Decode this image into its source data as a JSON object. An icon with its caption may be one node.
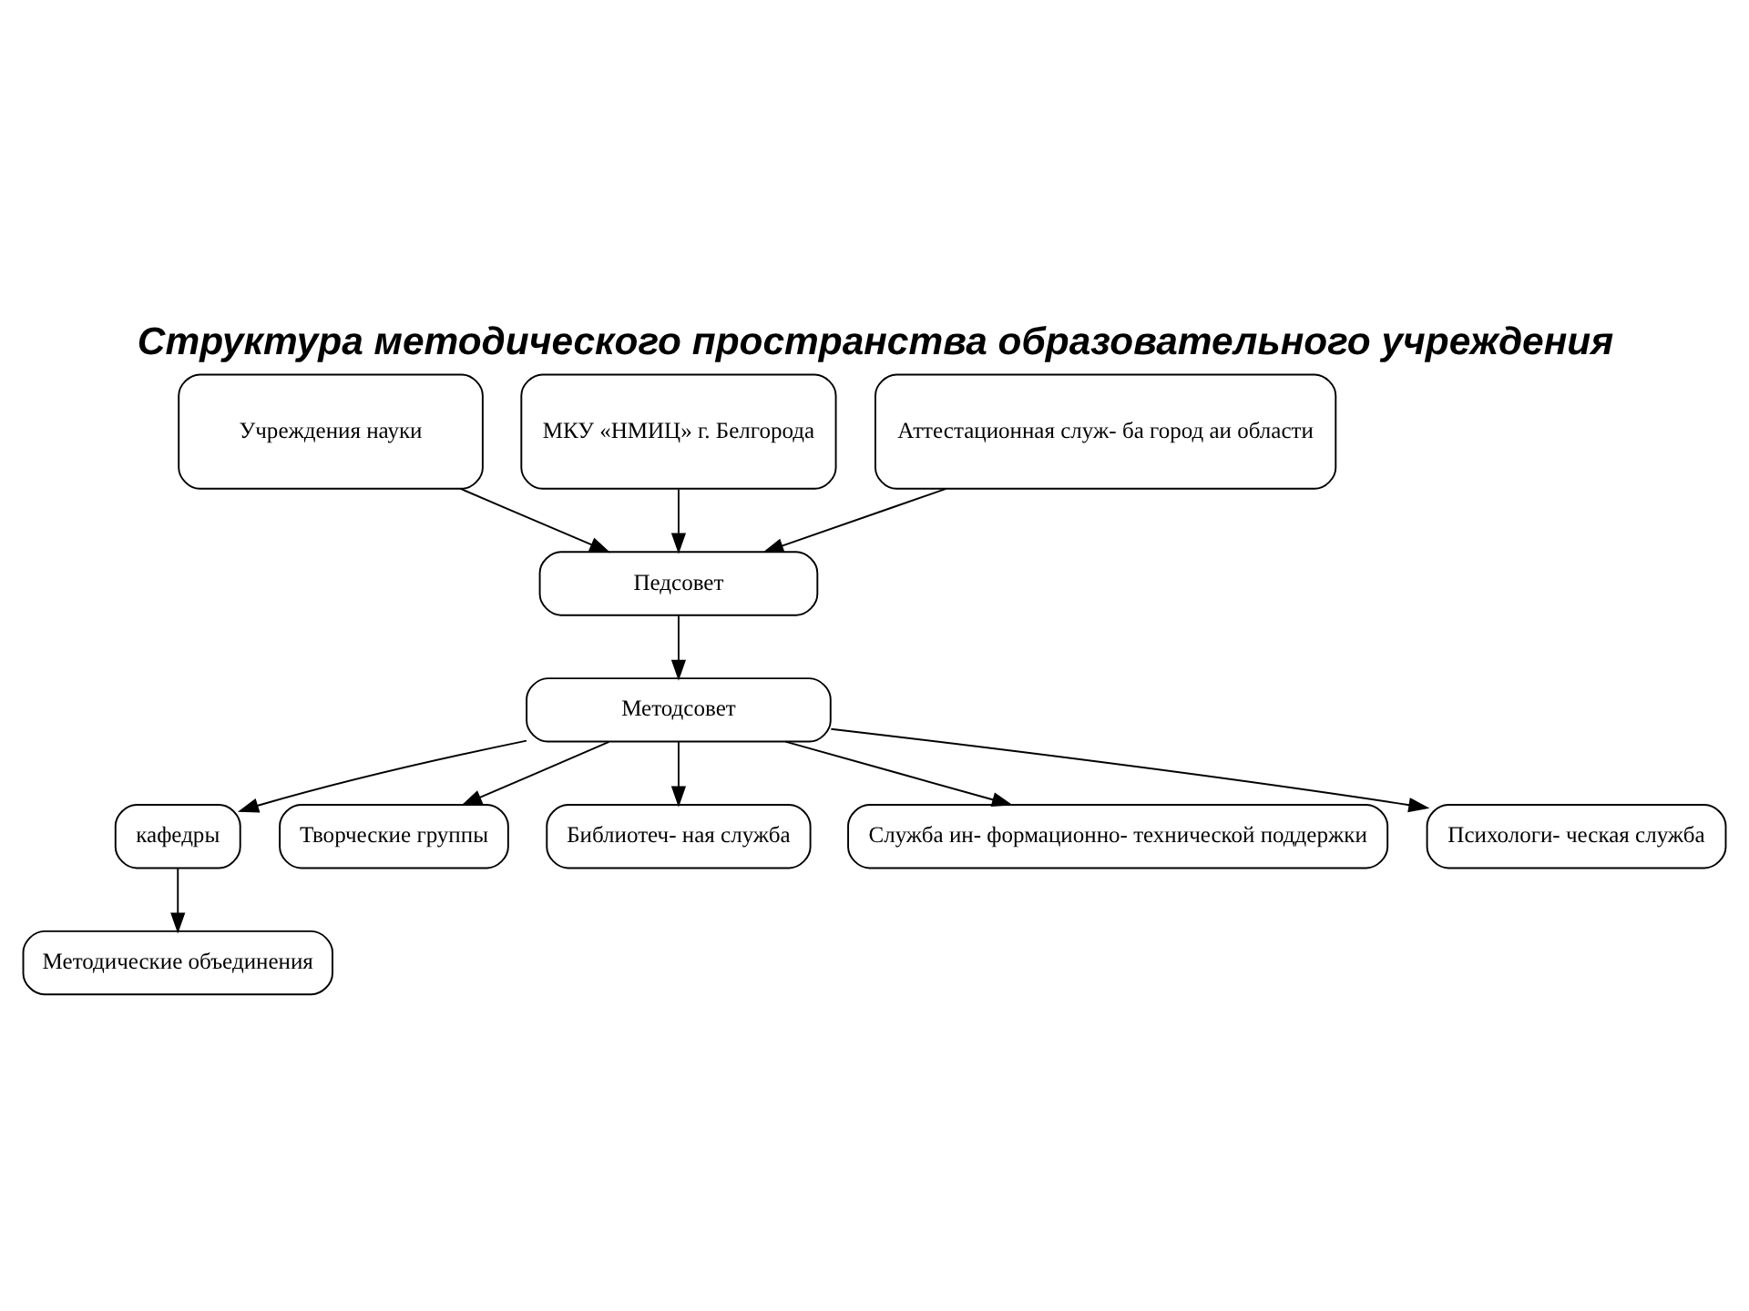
{
  "diagram": {
    "title": "Структура методического пространства образовательного учреждения",
    "nodes": [
      {
        "text": [
          "Учреждения науки"
        ]
      },
      {
        "text": [
          "МКУ «НМИЦ» г. Белгорода"
        ]
      },
      {
        "text": [
          "Аттестационная служ- ба город аи области"
        ]
      },
      {
        "text": [
          "Педсовет"
        ]
      },
      {
        "text": [
          "Методсовет"
        ]
      },
      {
        "text": [
          "кафедры"
        ]
      },
      {
        "text": [
          "Творческие группы"
        ]
      },
      {
        "text": [
          "Библиотеч- ная служба"
        ]
      },
      {
        "text": [
          "Служба ин- формационно- технической поддержки"
        ]
      },
      {
        "text": [
          "Психологи- ческая служба"
        ]
      },
      {
        "text": [
          "Методические объединения"
        ]
      }
    ],
    "edges": [
      {
        "from": 0,
        "to": 3,
        "arrow": "to"
      },
      {
        "from": 1,
        "to": 3,
        "arrow": "to"
      },
      {
        "from": 2,
        "to": 3,
        "arrow": "to"
      },
      {
        "from": 3,
        "to": 4,
        "arrow": "to"
      },
      {
        "from": 4,
        "to": 5,
        "arrow": "to"
      },
      {
        "from": 4,
        "to": 6,
        "arrow": "to"
      },
      {
        "from": 4,
        "to": 7,
        "arrow": "to"
      },
      {
        "from": 4,
        "to": 8,
        "arrow": "to"
      },
      {
        "from": 4,
        "to": 9,
        "arrow": "to"
      },
      {
        "from": 5,
        "to": 10,
        "arrow": "to"
      }
    ]
  }
}
